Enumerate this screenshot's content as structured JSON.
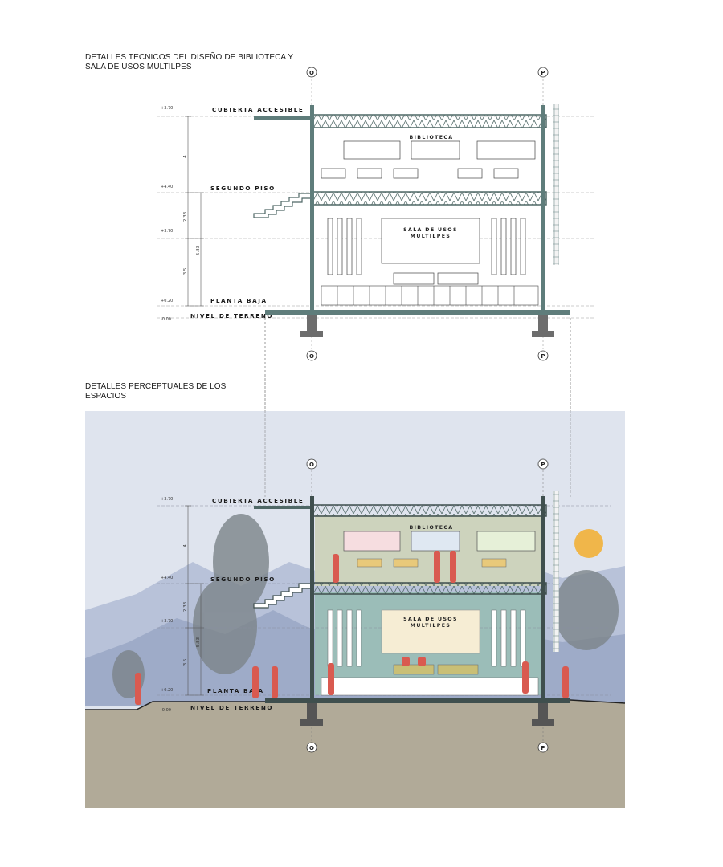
{
  "headings": {
    "technical": "DETALLES TECNICOS DEL DISEÑO DE BIBLIOTECA Y SALA DE USOS MULTILPES",
    "perceptual": "DETALLES PERCEPTUALES DE LOS ESPACIOS"
  },
  "grid_axes": [
    "O",
    "P"
  ],
  "levels": [
    {
      "name": "CUBIERTA ACCESIBLE",
      "elevation": "+3.70"
    },
    {
      "name": "SEGUNDO PISO",
      "elevation": "+4.40"
    },
    {
      "name": "",
      "elevation": "+3.70"
    },
    {
      "name": "PLANTA BAJA",
      "elevation": "+0.20"
    },
    {
      "name": "NIVEL DE TERRENO",
      "elevation": "-0.00"
    }
  ],
  "dimensions": [
    "4",
    "2.33",
    "5.83",
    "3.5"
  ],
  "rooms": {
    "library": "BIBLIOTECA",
    "multipurpose_line1": "SALA DE USOS",
    "multipurpose_line2": "MULTILPES"
  },
  "colors": {
    "structure": "#5f7d7b",
    "sky": "#dfe4ee",
    "ground": "#b1aa98",
    "library_wall": "#cdd3bd",
    "hall_wall": "#9bbdb8",
    "people": "#d95a50",
    "sun": "#f0b64a",
    "mountains": "#9eabc8"
  }
}
